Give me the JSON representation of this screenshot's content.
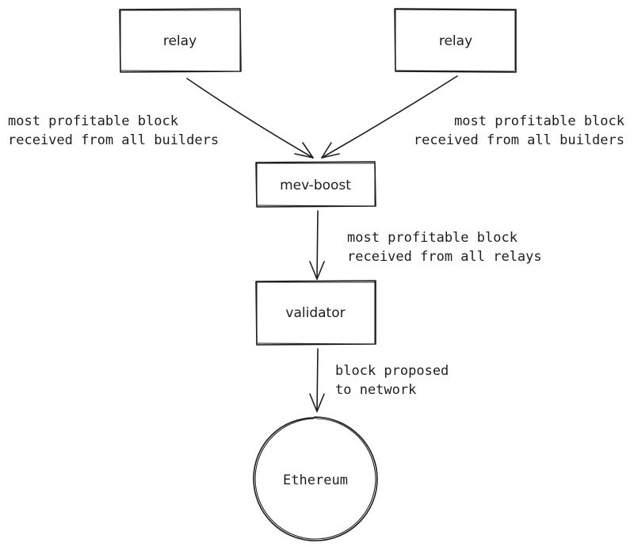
{
  "nodes": {
    "relay_left": {
      "label": "relay"
    },
    "relay_right": {
      "label": "relay"
    },
    "mev_boost": {
      "label": "mev-boost"
    },
    "validator": {
      "label": "validator"
    },
    "ethereum": {
      "label": "Ethereum"
    }
  },
  "edges": {
    "relay_left_to_mev": {
      "line1": "most profitable block",
      "line2": "received from all builders"
    },
    "relay_right_to_mev": {
      "line1": "most profitable block",
      "line2": "received from all builders"
    },
    "mev_to_validator": {
      "line1": "most profitable block",
      "line2": "received from all relays"
    },
    "validator_to_ethereum": {
      "line1": "block proposed",
      "line2": "to network"
    }
  },
  "colors": {
    "stroke": "#1e1e1e",
    "background": "#ffffff"
  }
}
